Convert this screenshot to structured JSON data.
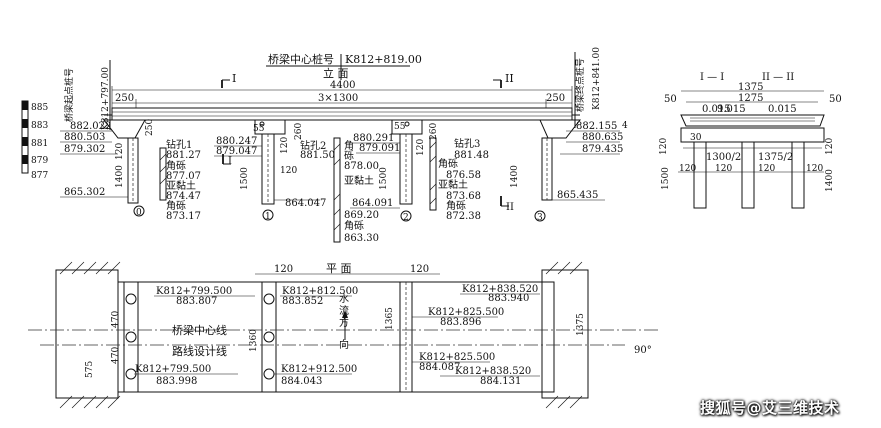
{
  "elevation": {
    "title": "立 面",
    "center_stake_label": "桥梁中心桩号",
    "center_stake": "K812+819.00",
    "start_stake_label": "桥梁起点桩号",
    "start_stake": "K812+797.00",
    "end_stake_label": "桥梁终点桩号",
    "end_stake": "K812+841.00",
    "section_mark_1": "I",
    "section_mark_2": "II",
    "total_length": "4400",
    "span_text": "3×1300",
    "dim_250_left": "250",
    "dim_250_right": "250",
    "dim_55_a": "55",
    "dim_55_b": "55",
    "dim_260_a": "260",
    "dim_260_b": "260",
    "dim_250_v": "250",
    "dim_120_l": "120",
    "dim_120_b": "120",
    "dim_120_c": "120",
    "dim_120_d": "120",
    "dim_1400_l": "1400",
    "dim_1400_r": "1400",
    "dim_1500_a": "1500",
    "dim_1500_b": "1500",
    "dim_4": "4",
    "lbl_left": [
      "882.022",
      "880.503",
      "879.302"
    ],
    "pile0_elev": "865.302",
    "bore1": {
      "title": "钻孔1",
      "values": [
        "881.27",
        "角砾",
        "877.07",
        "亚黏土",
        "874.47",
        "角砾",
        "873.17"
      ]
    },
    "pier1": {
      "top": "880.247",
      "bottom": "879.047",
      "base": "864.047"
    },
    "bore2": {
      "title": "钻孔2",
      "values": [
        "881.50",
        "角",
        "砾",
        "878.00",
        "亚黏土",
        "869.20",
        "角砾",
        "863.30"
      ]
    },
    "pier2": {
      "top": "880.291",
      "bottom": "879.091",
      "base": "864.091"
    },
    "bore3": {
      "title": "钻孔3",
      "values": [
        "881.48",
        "角砾",
        "亚黏土",
        "876.58",
        "873.68",
        "角砾",
        "872.38"
      ]
    },
    "lbl_right": [
      "882.155",
      "880.635",
      "879.435"
    ],
    "pile3_elev": "865.435",
    "pile_nums": [
      "0",
      "1",
      "2",
      "3"
    ],
    "section_low_1": "I",
    "section_low_2": "II",
    "scale_ticks": [
      "885",
      "883",
      "881",
      "879",
      "877"
    ]
  },
  "section": {
    "title_1": "I — I",
    "title_2": "II — II",
    "w_1375": "1375",
    "w_1275": "1275",
    "w_9015": "9.015",
    "slope_l": "0.015",
    "slope_r": "0.015",
    "w_50_l": "50",
    "w_50_r": "50",
    "w_30": "30",
    "half_l": "1300/2",
    "half_r": "1375/2",
    "w_120_a": "120",
    "w_120_b": "120",
    "w_120_c": "120",
    "w_120_d": "120",
    "h_120_l": "120",
    "h_120_r": "120",
    "h_1500": "1500",
    "h_1400": "1400"
  },
  "plan": {
    "title": "平 面",
    "dim_120_top_l": "120",
    "dim_120_top_r": "120",
    "bridge_centerline": "桥梁中心线",
    "road_centerline": "路线设计线",
    "water_flow": [
      "水",
      "流",
      "方",
      "向"
    ],
    "angle": "90°",
    "dim_470_a": "470",
    "dim_470_b": "470",
    "dim_575": "575",
    "dim_1360": "1360",
    "dim_1365": "1365",
    "dim_1375": "1375",
    "stations": [
      {
        "stake": "K812+799.500",
        "elev": "883.807"
      },
      {
        "stake": "K812+812.500",
        "elev": "883.852"
      },
      {
        "stake": "K812+825.500",
        "elev": "883.896"
      },
      {
        "stake": "K812+838.520",
        "elev": "883.940"
      },
      {
        "stake": "K812+799.500",
        "elev": "883.998"
      },
      {
        "stake": "K812+912.500",
        "elev": "884.043"
      },
      {
        "stake": "K812+825.500",
        "elev": "884.087"
      },
      {
        "stake": "K812+838.520",
        "elev": "884.131"
      }
    ]
  },
  "watermark": "搜狐号@艾三维技术"
}
